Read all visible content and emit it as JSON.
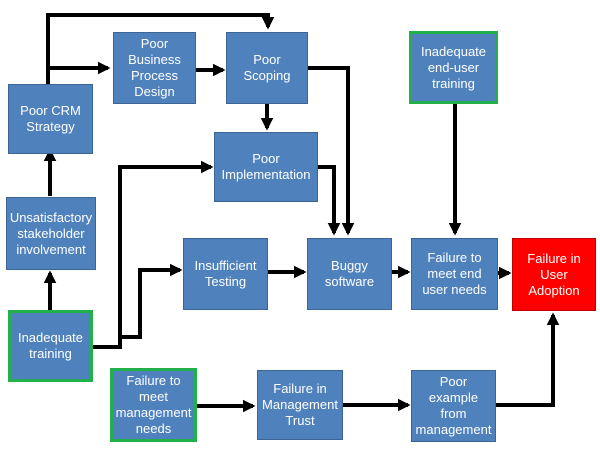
{
  "colors": {
    "node_fill": "#4f81bd",
    "root_border": "#22b04a",
    "outcome_fill": "#ff0000",
    "arrow": "#000000"
  },
  "nodes": {
    "poor_crm_strategy": "Poor CRM\nStrategy",
    "poor_business_process_design": "Poor\nBusiness\nProcess\nDesign",
    "poor_scoping": "Poor\nScoping",
    "inadequate_end_user_training": "Inadequate\nend-user\ntraining",
    "poor_implementation": "Poor\nImplementation",
    "unsatisfactory_stakeholder_involvement": "Unsatisfactory\nstakeholder\ninvolvement",
    "insufficient_testing": "Insufficient\nTesting",
    "buggy_software": "Buggy\nsoftware",
    "failure_to_meet_end_user_needs": "Failure to\nmeet end\nuser needs",
    "failure_in_user_adoption": "Failure in\nUser\nAdoption",
    "inadequate_training": "Inadequate\ntraining",
    "failure_to_meet_management_needs": "Failure to\nmeet\nmanagement\nneeds",
    "failure_in_management_trust": "Failure in\nManagement\nTrust",
    "poor_example_from_management": "Poor\nexample\nfrom\nmanagement"
  }
}
